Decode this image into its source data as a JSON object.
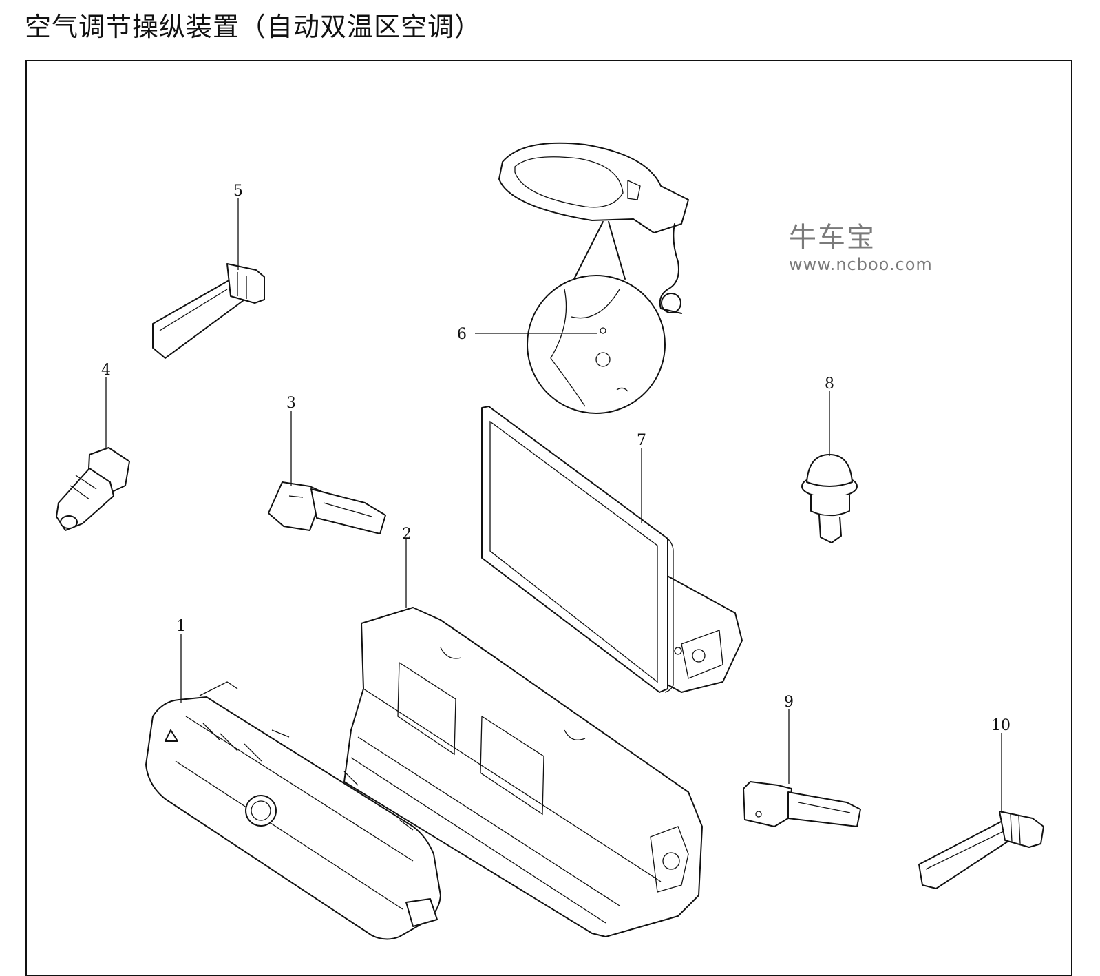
{
  "title": "空气调节操纵装置（自动双温区空调）",
  "watermark": {
    "brand": "牛车宝",
    "url": "www.ncboo.com"
  },
  "callouts": [
    "1",
    "2",
    "3",
    "4",
    "5",
    "6",
    "7",
    "8",
    "9",
    "10"
  ],
  "colors": {
    "line": "#111111",
    "watermark": "#7a7a7a",
    "background": "#ffffff"
  }
}
